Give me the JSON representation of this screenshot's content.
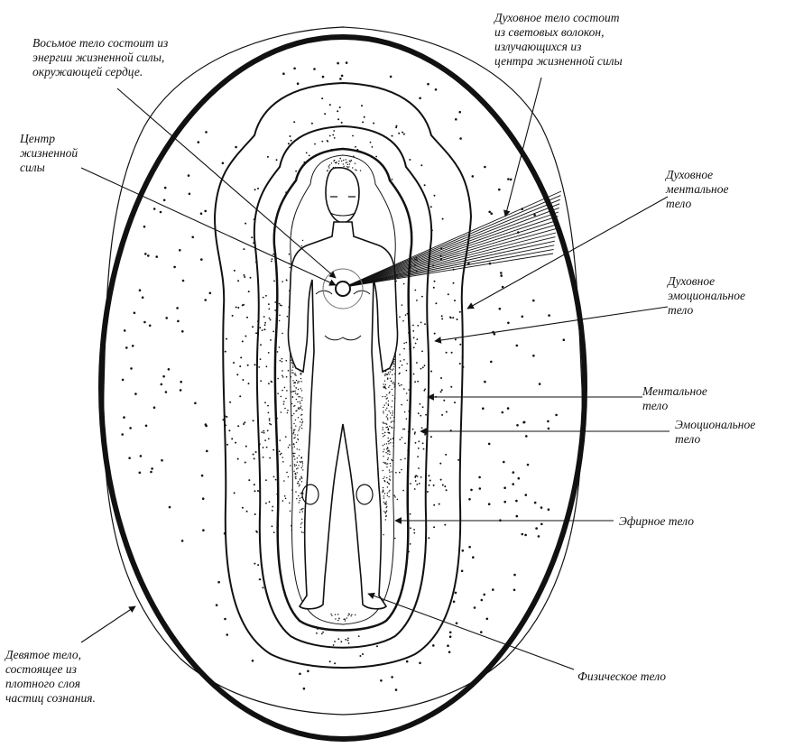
{
  "colors": {
    "ink": "#111111",
    "background": "#ffffff"
  },
  "labels": {
    "eighth_body": [
      "Восьмое тело состоит из",
      "энергии жизненной силы,",
      "окружающей сердце."
    ],
    "life_center": [
      "Центр",
      "жизненной",
      "силы"
    ],
    "spiritual_body": [
      "Духовное тело состоит",
      "из световых волокон,",
      "излучающихся из",
      "центра жизненной силы"
    ],
    "spiritual_mental": [
      "Духовное",
      "ментальное",
      "тело"
    ],
    "spiritual_emotional": [
      "Духовное",
      "эмоциональное",
      "тело"
    ],
    "mental": [
      "Ментальное",
      "тело"
    ],
    "emotional": [
      "Эмоциональное",
      "тело"
    ],
    "etheric": [
      "Эфирное тело"
    ],
    "physical": [
      "Физическое тело"
    ],
    "ninth_body": [
      "Девятое тело,",
      "состоящее из",
      "плотного слоя",
      "частиц сознания."
    ]
  }
}
